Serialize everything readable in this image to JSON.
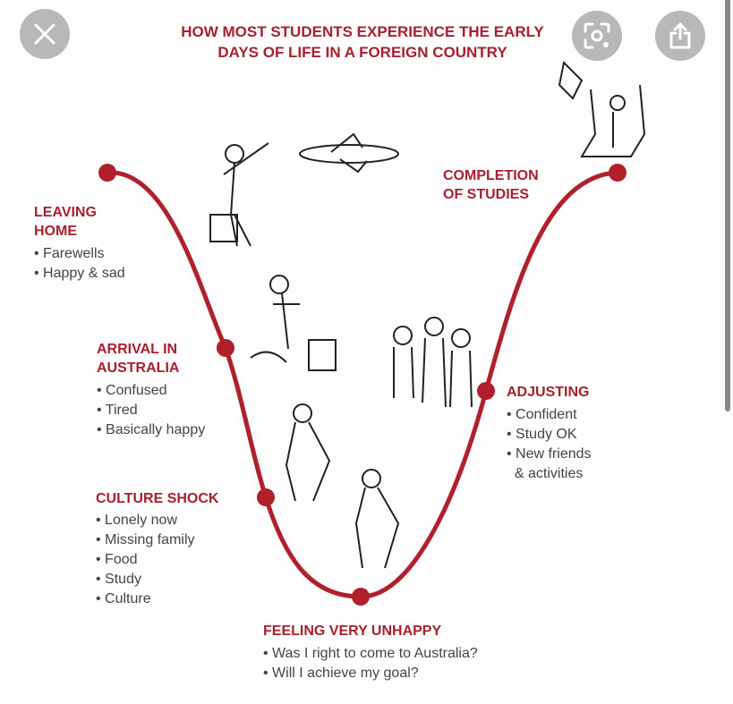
{
  "title": [
    "HOW MOST STUDENTS EXPERIENCE THE EARLY",
    "DAYS OF LIFE IN A FOREIGN COUNTRY"
  ],
  "accent": "#a8202e",
  "stages": [
    {
      "heading": [
        "LEAVING",
        "HOME"
      ],
      "items": [
        "Farewells",
        "Happy & sad"
      ]
    },
    {
      "heading": [
        "ARRIVAL IN",
        "AUSTRALIA"
      ],
      "items": [
        "Confused",
        "Tired",
        "Basically happy"
      ]
    },
    {
      "heading": [
        "CULTURE SHOCK"
      ],
      "items": [
        "Lonely now",
        "Missing family",
        "Food",
        "Study",
        "Culture"
      ]
    },
    {
      "heading": [
        "FEELING VERY UNHAPPY"
      ],
      "items": [
        "Was I right to come to Australia?",
        "Will I achieve my goal?"
      ]
    },
    {
      "heading": [
        "ADJUSTING"
      ],
      "items": [
        "Confident",
        "Study OK",
        "New friends",
        "& activities"
      ]
    },
    {
      "heading": [
        "COMPLETION",
        "OF STUDIES"
      ],
      "items": []
    }
  ],
  "viewer": {
    "close": "close-icon",
    "lens": "lens-icon",
    "share": "share-icon"
  }
}
